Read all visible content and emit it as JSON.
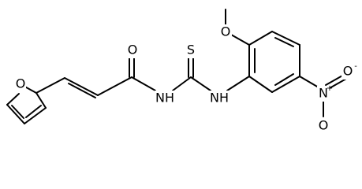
{
  "molecule": {
    "atoms": {
      "furan_oxygen": "O",
      "carbonyl_oxygen": "O",
      "amide_nh": "NH",
      "thio_sulfur": "S",
      "thiourea_nh": "NH",
      "methoxy_oxygen": "O",
      "nitro_nitrogen": "N",
      "nitro_oxygen_top": "O",
      "nitro_oxygen_bottom": "O",
      "nitro_nitrogen_charge": "+",
      "nitro_oxygen_charge": "-"
    }
  }
}
